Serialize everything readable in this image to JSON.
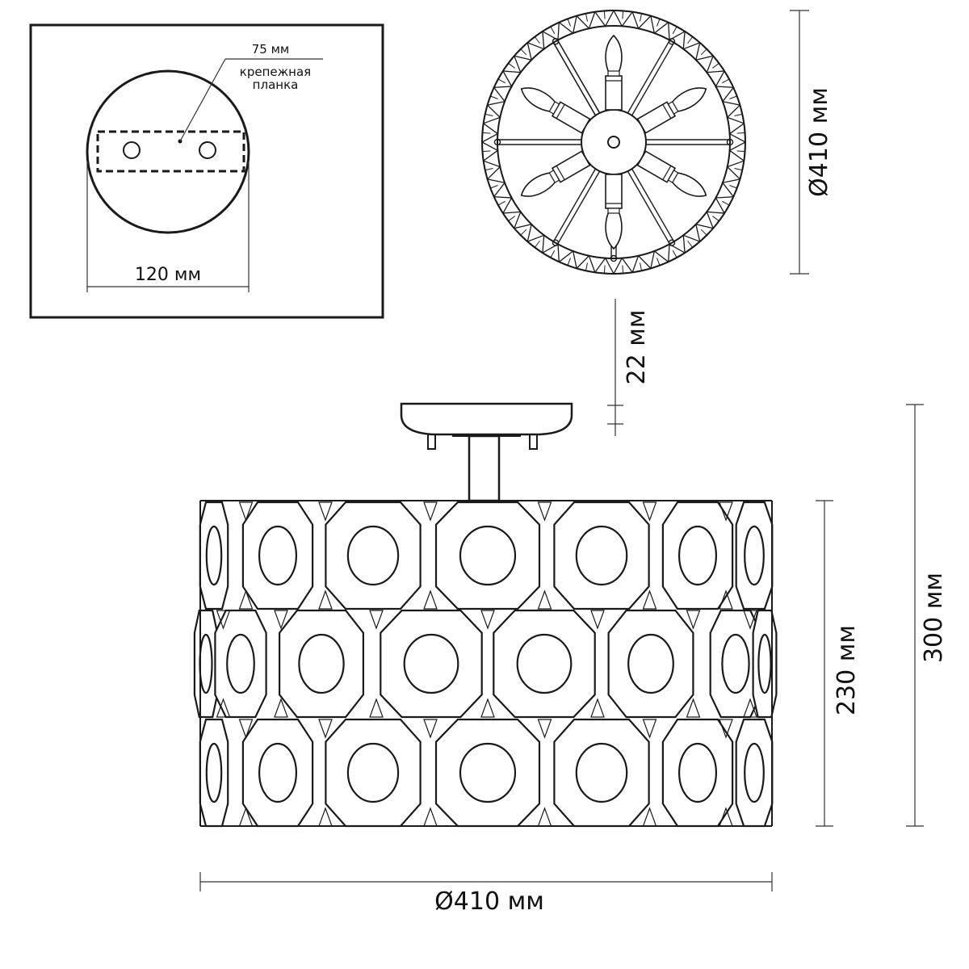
{
  "inset": {
    "top_label": "75 мм",
    "callout_line1": "крепежная",
    "callout_line2": "планка",
    "width_label": "120 мм"
  },
  "top_view": {
    "diameter_label": "Ø410 мм",
    "lamps": 6
  },
  "gap_label": "22 мм",
  "side_view": {
    "height_shade_label": "230 мм",
    "height_total_label": "300 мм",
    "diameter_label": "Ø410 мм"
  }
}
